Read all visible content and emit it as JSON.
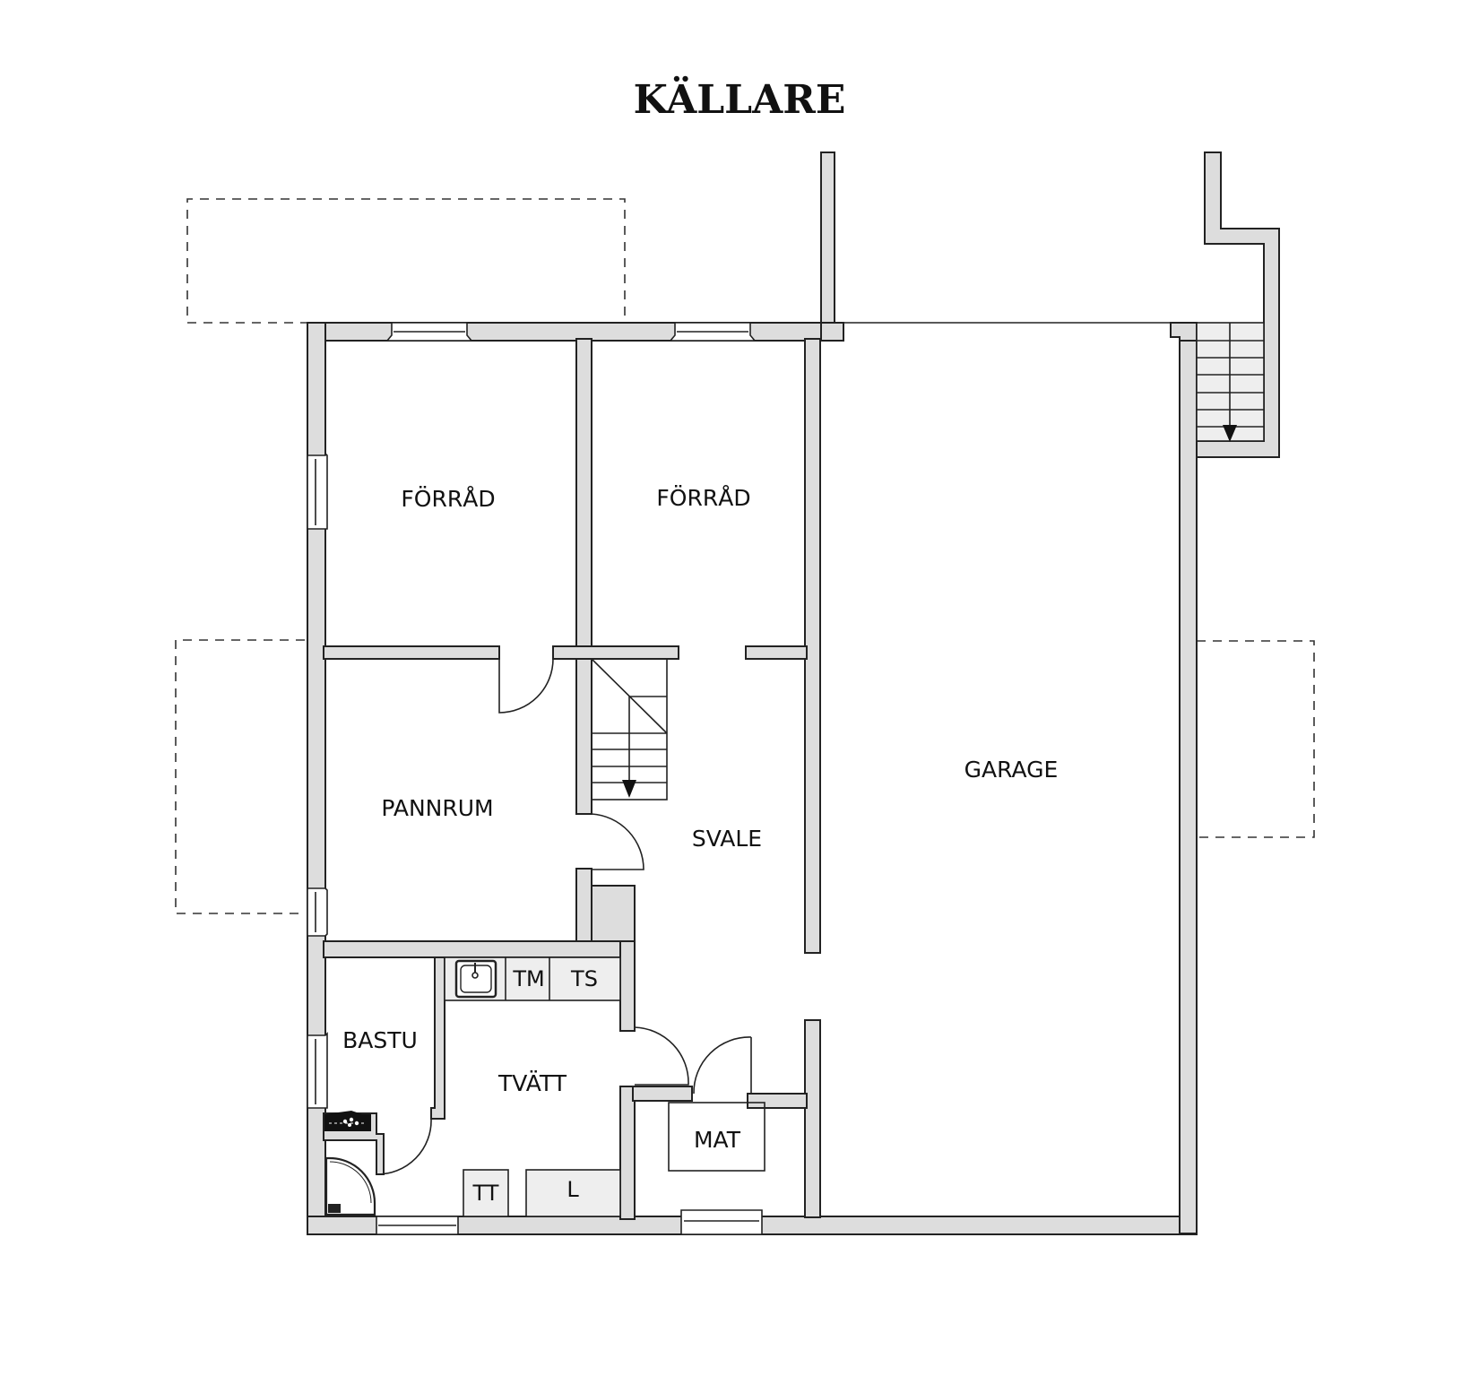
{
  "title": "KÄLLARE",
  "colors": {
    "wall_fill": "#dddddd",
    "wall_stroke": "#222222",
    "fixture_fill": "#eeeeee",
    "background": "#ffffff"
  },
  "rooms": {
    "forrad_left": "FÖRRÅD",
    "forrad_right": "FÖRRÅD",
    "pannrum": "PANNRUM",
    "svale": "SVALE",
    "garage": "GARAGE",
    "bastu": "BASTU",
    "tvatt": "TVÄTT",
    "mat": "MAT"
  },
  "fixtures": {
    "tm": "TM",
    "ts": "TS",
    "tt": "TT",
    "l": "L"
  },
  "icons": {
    "stairs_main": "stairs-down-arrow",
    "stairs_exterior": "stairs-down-arrow",
    "sink": "sink-icon",
    "sauna_stove": "sauna-stove-icon",
    "shower": "shower-corner-icon"
  }
}
